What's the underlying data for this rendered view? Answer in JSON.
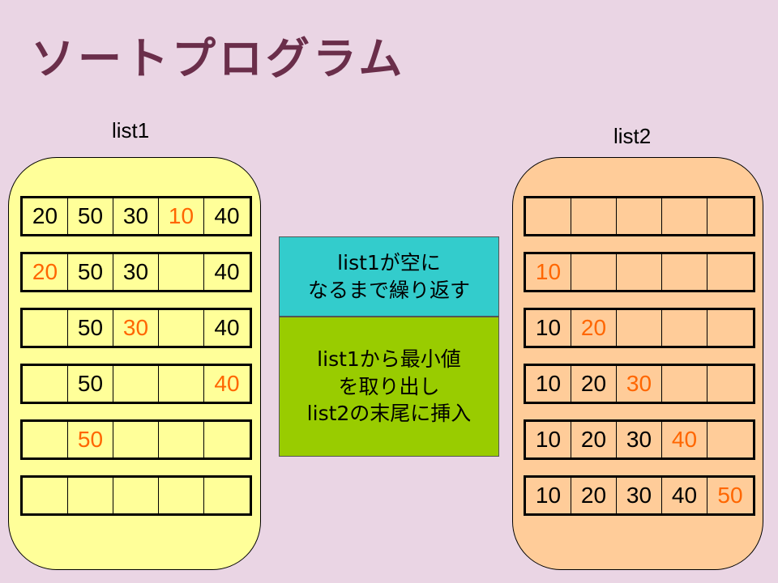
{
  "title": "ソートプログラム",
  "list1": {
    "label": "list1",
    "rows": [
      [
        "20",
        "50",
        "30",
        "10",
        "40"
      ],
      [
        "20",
        "50",
        "30",
        "",
        "40"
      ],
      [
        "",
        "50",
        "30",
        "",
        "40"
      ],
      [
        "",
        "50",
        "",
        "",
        "40"
      ],
      [
        "",
        "50",
        "",
        "",
        ""
      ],
      [
        "",
        "",
        "",
        "",
        ""
      ]
    ],
    "highlight": [
      3,
      0,
      2,
      4,
      1,
      -1
    ]
  },
  "list2": {
    "label": "list2",
    "rows": [
      [
        "",
        "",
        "",
        "",
        ""
      ],
      [
        "10",
        "",
        "",
        "",
        ""
      ],
      [
        "10",
        "20",
        "",
        "",
        ""
      ],
      [
        "10",
        "20",
        "30",
        "",
        ""
      ],
      [
        "10",
        "20",
        "30",
        "40",
        ""
      ],
      [
        "10",
        "20",
        "30",
        "40",
        "50"
      ]
    ],
    "highlight": [
      -1,
      0,
      1,
      2,
      3,
      4
    ]
  },
  "steps": {
    "loop": "list1が空に\nなるまで繰り返す",
    "body": "list1から最小値\nを取り出し\nlist2の末尾に挿入"
  },
  "colors": {
    "highlight": "#ff6600",
    "list1_bg": "#ffff99",
    "list2_bg": "#ffcc99",
    "loop_bg": "#33cccc",
    "body_bg": "#99cc00",
    "title": "#6a2e4a"
  }
}
